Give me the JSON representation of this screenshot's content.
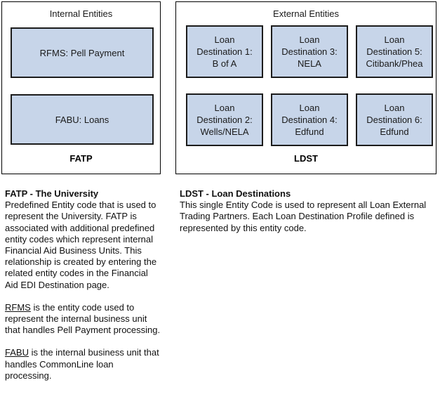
{
  "diagram": {
    "panels": [
      {
        "title": "Internal Entities",
        "code": "FATP",
        "entities": [
          {
            "lines": [
              "RFMS: Pell Payment"
            ]
          },
          {
            "lines": [
              "FABU: Loans"
            ]
          }
        ]
      },
      {
        "title": "External Entities",
        "code": "LDST",
        "entities": [
          {
            "lines": [
              "Loan",
              "Destination 1:",
              "B of A"
            ]
          },
          {
            "lines": [
              "Loan",
              "Destination 2:",
              "Wells/NELA"
            ]
          },
          {
            "lines": [
              "Loan",
              "Destination 3:",
              "NELA"
            ]
          },
          {
            "lines": [
              "Loan",
              "Destination 4:",
              "Edfund"
            ]
          },
          {
            "lines": [
              "Loan",
              "Destination 5:",
              "Citibank/Phea"
            ]
          },
          {
            "lines": [
              "Loan",
              "Destination 6:",
              "Edfund"
            ]
          }
        ]
      }
    ]
  },
  "descriptions": {
    "fatp": {
      "heading": "FATP - The University",
      "body": "Predefined Entity code that is used to represent the University. FATP is associated with additional predefined entity codes which represent internal Financial Aid Business Units. This relationship is created by entering the related entity codes in the Financial Aid EDI Destination page.",
      "rfms_term": "RFMS",
      "rfms_body": " is the entity code used to represent the internal business unit that handles Pell Payment processing.",
      "fabu_term": "FABU",
      "fabu_body": " is the internal business unit that handles CommonLine loan processing."
    },
    "ldst": {
      "heading": "LDST - Loan Destinations",
      "body": "This single Entity Code is used to represent all Loan External Trading Partners. Each Loan Destination Profile defined is represented by this entity code."
    }
  },
  "colors": {
    "entity_fill": "#c7d5e9",
    "entity_border": "#1c1c1c",
    "panel_border": "#000000",
    "text": "#111111",
    "background": "#ffffff"
  }
}
